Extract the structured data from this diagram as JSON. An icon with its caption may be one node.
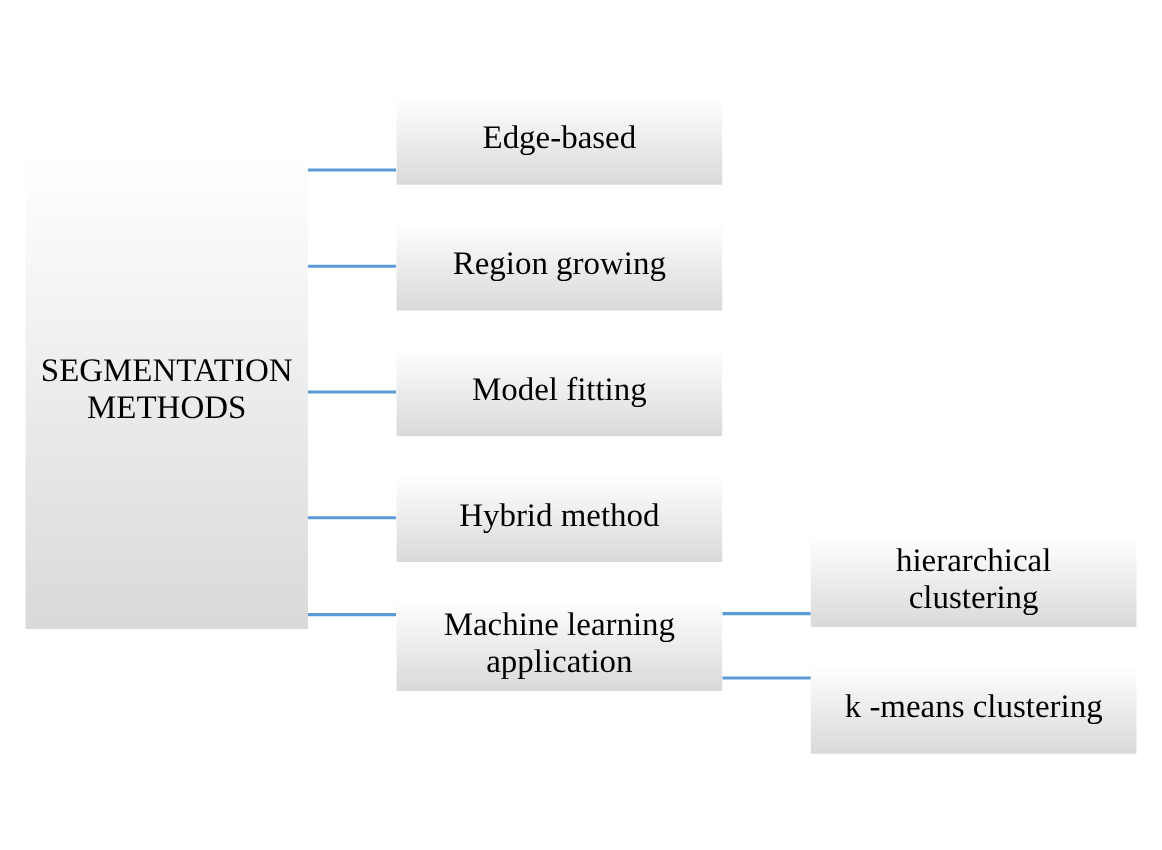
{
  "diagram": {
    "nodes": [
      {
        "text": [
          "SEGMENTATION METHODS"
        ]
      },
      {
        "text": [
          "Edge-based"
        ]
      },
      {
        "text": [
          "Region growing"
        ]
      },
      {
        "text": [
          "Model fitting"
        ]
      },
      {
        "text": [
          "Hybrid method"
        ]
      },
      {
        "text": [
          "Machine learning application"
        ]
      },
      {
        "text": [
          "hierarchical clustering"
        ]
      },
      {
        "text": [
          "k -means clustering"
        ]
      }
    ],
    "edges": [
      {
        "from": 0,
        "to": 1,
        "arrow": "none"
      },
      {
        "from": 0,
        "to": 2,
        "arrow": "none"
      },
      {
        "from": 0,
        "to": 3,
        "arrow": "none"
      },
      {
        "from": 0,
        "to": 4,
        "arrow": "none"
      },
      {
        "from": 0,
        "to": 5,
        "arrow": "none"
      },
      {
        "from": 5,
        "to": 6,
        "arrow": "none"
      },
      {
        "from": 5,
        "to": 7,
        "arrow": "none"
      }
    ]
  }
}
